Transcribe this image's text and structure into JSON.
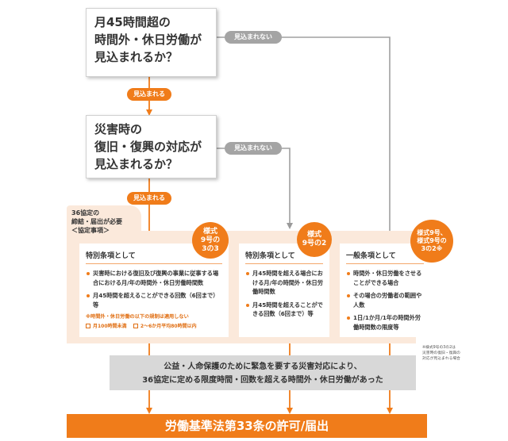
{
  "questions": {
    "q1": "月45時間超の\n時間外・休日労働が\n見込まれるか？",
    "q2": "災害時の\n復旧・復興の対応が\n見込まれるか？"
  },
  "labels": {
    "expected": "見込まれる",
    "not_expected": "見込まれない"
  },
  "agreement_tab": "36協定の\n締結・届出が必要\n＜協定事項＞",
  "badges": {
    "left": "様式\n9号の\n3の3",
    "middle": "様式\n9号の2",
    "right": "様式9号、\n様式9号の\n3の2※"
  },
  "panels": {
    "left": {
      "title": "特別条項として",
      "items": [
        "災害時における復旧及び復興の事業に従事する場合における月/年の時間外・休日労働時間数",
        "月45時間を超えることができる回数（6回まで）等"
      ],
      "note": "※時間外・休日労働の以下の規制は適用しない",
      "checks": [
        "月100時間未満",
        "2～6か月平均80時間以内"
      ]
    },
    "middle": {
      "title": "特別条項として",
      "items": [
        "月45時間を超える場合における月/年の時間外・休日労働時間数",
        "月45時間を超えることができる回数（6回まで）等"
      ]
    },
    "right": {
      "title": "一般条項として",
      "items": [
        "時間外・休日労働をさせることができる場合",
        "その場合の労働者の範囲や人数",
        "1日/1か月/1年の時間外労働時間数の限度等"
      ]
    }
  },
  "side_note": "※様式9号の3の2は\n災害時の復旧・復興の\n対応が見込まれる場合",
  "gray_banner": "公益・人命保護のために緊急を要する災害対応により、\n36協定に定める限度時間・回数を超える時間外・休日労働があった",
  "final_banner": "労働基準法第33条の許可/届出",
  "colors": {
    "orange": "#f07c1a",
    "gray": "#a4a4a4",
    "band": "#fbe9db"
  }
}
